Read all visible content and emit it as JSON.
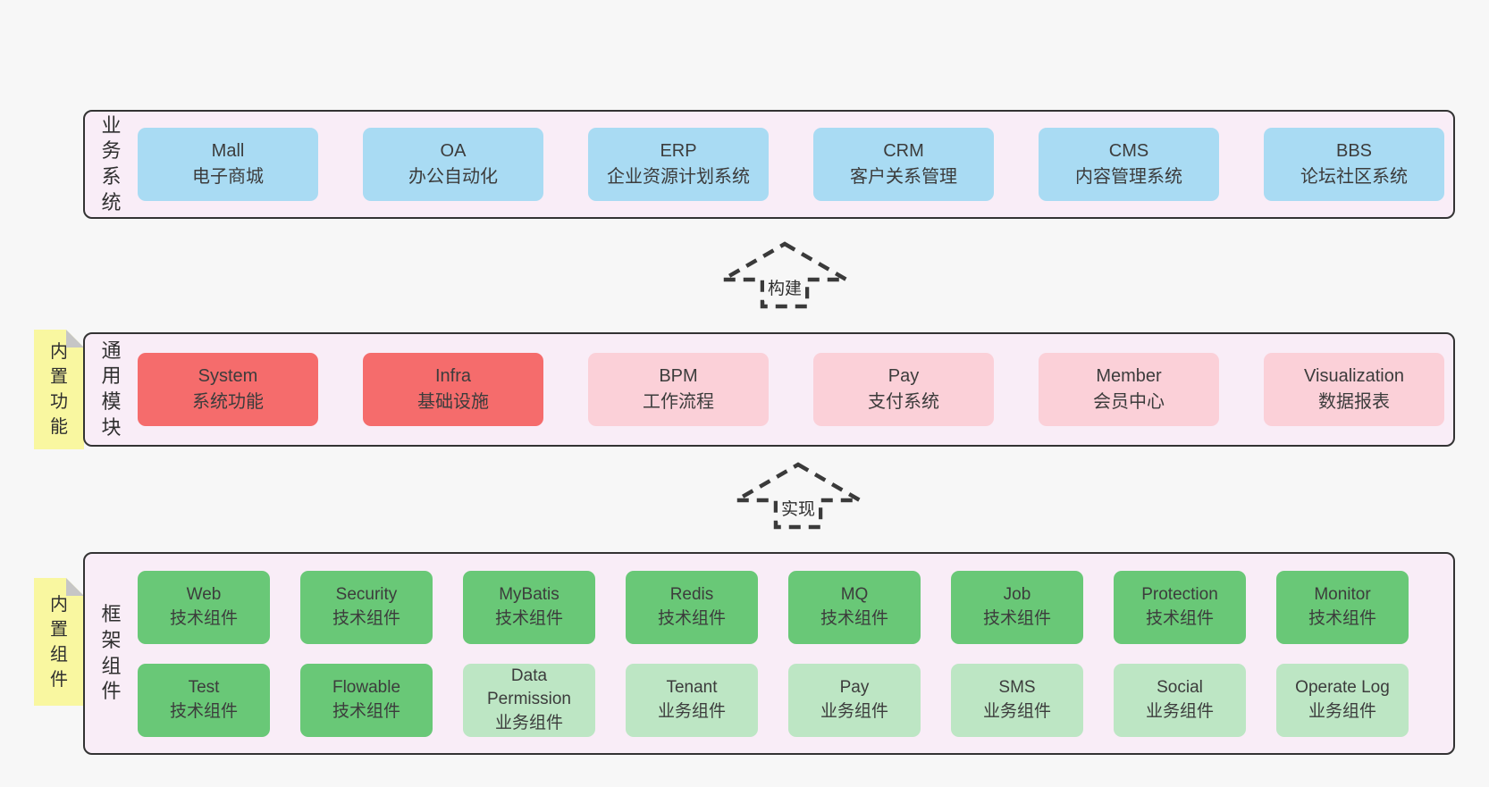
{
  "colors": {
    "page_bg": "#f7f7f7",
    "band_bg": "#f9edf7",
    "band_border": "#333333",
    "blue": "#a9dbf3",
    "red": "#f56c6c",
    "pink": "#fbd0d8",
    "green": "#69c877",
    "light_green": "#bde6c4",
    "tab_yellow": "#f9f7a0",
    "tab_fold": "#c6c6c6",
    "arrow_line": "#3a3a3a",
    "text": "#3c3c3c"
  },
  "arrows": [
    {
      "label": "构建"
    },
    {
      "label": "实现"
    }
  ],
  "bands": {
    "business": {
      "label": "业务系统",
      "items": [
        {
          "name": "Mall",
          "desc": "电子商城"
        },
        {
          "name": "OA",
          "desc": "办公自动化"
        },
        {
          "name": "ERP",
          "desc": "企业资源计划系统"
        },
        {
          "name": "CRM",
          "desc": "客户关系管理"
        },
        {
          "name": "CMS",
          "desc": "内容管理系统"
        },
        {
          "name": "BBS",
          "desc": "论坛社区系统"
        }
      ]
    },
    "modules": {
      "label": "通用模块",
      "tag": "内置功能",
      "items": [
        {
          "name": "System",
          "desc": "系统功能",
          "variant": "red"
        },
        {
          "name": "Infra",
          "desc": "基础设施",
          "variant": "red"
        },
        {
          "name": "BPM",
          "desc": "工作流程",
          "variant": "pink"
        },
        {
          "name": "Pay",
          "desc": "支付系统",
          "variant": "pink"
        },
        {
          "name": "Member",
          "desc": "会员中心",
          "variant": "pink"
        },
        {
          "name": "Visualization",
          "desc": "数据报表",
          "variant": "pink"
        }
      ]
    },
    "framework": {
      "label": "框架组件",
      "tag": "内置组件",
      "rows": [
        [
          {
            "name": "Web",
            "desc": "技术组件",
            "variant": "green"
          },
          {
            "name": "Security",
            "desc": "技术组件",
            "variant": "green"
          },
          {
            "name": "MyBatis",
            "desc": "技术组件",
            "variant": "green"
          },
          {
            "name": "Redis",
            "desc": "技术组件",
            "variant": "green"
          },
          {
            "name": "MQ",
            "desc": "技术组件",
            "variant": "green"
          },
          {
            "name": "Job",
            "desc": "技术组件",
            "variant": "green"
          },
          {
            "name": "Protection",
            "desc": "技术组件",
            "variant": "green"
          },
          {
            "name": "Monitor",
            "desc": "技术组件",
            "variant": "green"
          }
        ],
        [
          {
            "name": "Test",
            "desc": "技术组件",
            "variant": "green"
          },
          {
            "name": "Flowable",
            "desc": "技术组件",
            "variant": "green"
          },
          {
            "name": "Data Permission",
            "desc": "业务组件",
            "variant": "light_green"
          },
          {
            "name": "Tenant",
            "desc": "业务组件",
            "variant": "light_green"
          },
          {
            "name": "Pay",
            "desc": "业务组件",
            "variant": "light_green"
          },
          {
            "name": "SMS",
            "desc": "业务组件",
            "variant": "light_green"
          },
          {
            "name": "Social",
            "desc": "业务组件",
            "variant": "light_green"
          },
          {
            "name": "Operate Log",
            "desc": "业务组件",
            "variant": "light_green"
          }
        ]
      ]
    }
  }
}
